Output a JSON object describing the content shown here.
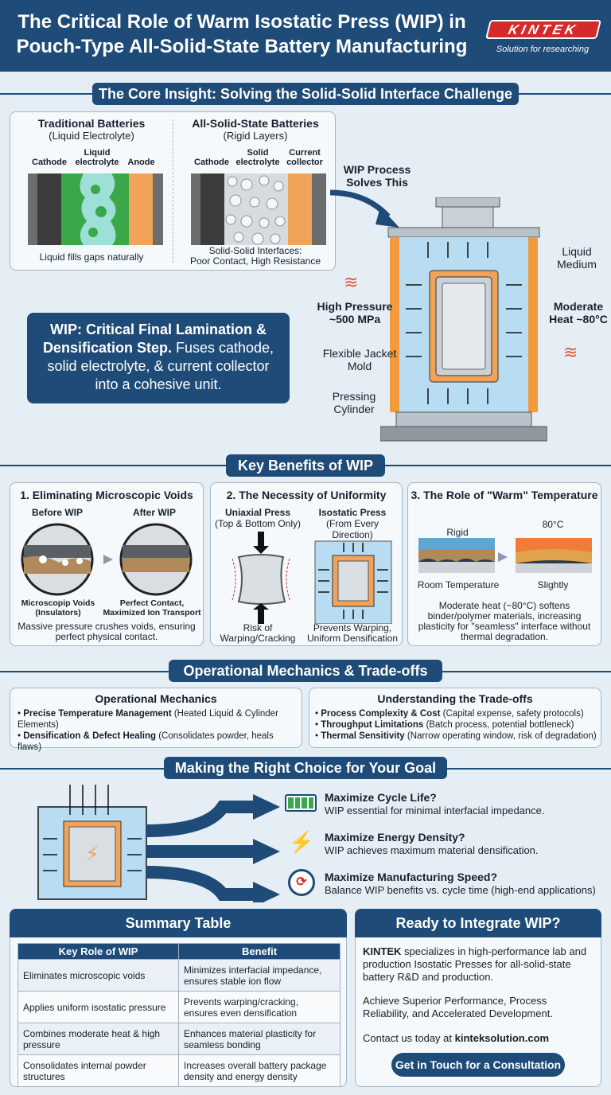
{
  "header": {
    "title": "The Critical Role of Warm Isostatic Press (WIP) in Pouch-Type All-Solid-State Battery Manufacturing",
    "logo": "KINTEK",
    "tagline": "Solution for researching"
  },
  "core": {
    "banner": "The Core Insight: Solving the Solid-Solid Interface Challenge",
    "traditional": {
      "title": "Traditional Batteries",
      "subtitle": "(Liquid Electrolyte)",
      "cathode": "Cathode",
      "electrolyte": "Liquid electrolyte",
      "anode": "Anode",
      "caption": "Liquid fills gaps naturally"
    },
    "solid": {
      "title": "All-Solid-State Batteries",
      "subtitle": "(Rigid Layers)",
      "cathode": "Cathode",
      "electrolyte": "Solid electrolyte",
      "collector": "Current collector",
      "caption1": "Solid-Solid Interfaces:",
      "caption2": "Poor Contact, High Resistance"
    },
    "process_label": "WIP Process Solves This",
    "wip_bold": "WIP: Critical Final Lamination & Densification Step.",
    "wip_text": "Fuses cathode, solid electrolyte, & current collector into a cohesive unit.",
    "press": {
      "liquid": "Liquid Medium",
      "pressure": "High Pressure ~500 MPa",
      "heat": "Moderate Heat ~80°C",
      "mold": "Flexible Jacket Mold",
      "cylinder": "Pressing Cylinder"
    }
  },
  "benefits": {
    "banner": "Key Benefits of WIP",
    "voids": {
      "title": "1. Eliminating Microscopic Voids",
      "before": "Before WIP",
      "after": "After WIP",
      "voids_label": "Microscopip Voids (Insulators)",
      "contact_label": "Perfect Contact, Maximized Ion Transport",
      "caption": "Massive pressure crushes voids, ensuring perfect physical contact."
    },
    "uniform": {
      "title": "2. The Necessity of Uniformity",
      "uniaxial": "Uniaxial Press",
      "uniaxial_sub": "(Top & Bottom Only)",
      "isostatic": "Isostatic Press",
      "isostatic_sub": "(From Every Direction)",
      "risk": "Risk of Warping/Cracking",
      "prevents": "Prevents Warping, Uniform Densification"
    },
    "warm": {
      "title": "3. The Role of \"Warm\" Temperature",
      "rigid": "Rigid",
      "temp": "80°C",
      "room": "Room Temperature",
      "slightly": "Slightly",
      "caption": "Moderate heat (~80°C) softens binder/polymer materials, increasing plasticity for \"seamless\" interface without thermal degradation."
    }
  },
  "ops": {
    "banner": "Operational Mechanics & Trade-offs",
    "mech": {
      "title": "Operational Mechanics",
      "b1": "Precise Temperature Management",
      "t1": " (Heated Liquid & Cylinder Elements)",
      "b2": "Densification & Defect Healing",
      "t2": " (Consolidates powder, heals flaws)"
    },
    "trade": {
      "title": "Understanding the Trade-offs",
      "b1": "Process Complexity & Cost",
      "t1": " (Capital expense, safety protocols)",
      "b2": "Throughput Limitations",
      "t2": " (Batch process, potential bottleneck)",
      "b3": "Thermal Sensitivity",
      "t3": " (Narrow operating window, risk of degradation)"
    }
  },
  "choice": {
    "banner": "Making the Right Choice for Your Goal",
    "items": [
      {
        "title": "Maximize Cycle Life?",
        "desc": "WIP essential for minimal interfacial impedance."
      },
      {
        "title": "Maximize Energy Density?",
        "desc": "WIP achieves maximum material densification."
      },
      {
        "title": "Maximize Manufacturing Speed?",
        "desc": "Balance WIP benefits vs. cycle time (high-end applications)"
      }
    ]
  },
  "summary": {
    "title": "Summary Table",
    "headers": [
      "Key Role of WIP",
      "Benefit"
    ],
    "rows": [
      [
        "Eliminates microscopic voids",
        "Minimizes interfacial impedance, ensures stable ion flow"
      ],
      [
        "Applies uniform isostatic pressure",
        "Prevents warping/cracking, ensures even densification"
      ],
      [
        "Combines moderate heat & high pressure",
        "Enhances material plasticity for seamless bonding"
      ],
      [
        "Consolidates internal powder structures",
        "Increases overall battery package density and energy density"
      ]
    ]
  },
  "cta": {
    "title": "Ready to Integrate WIP?",
    "brand": "KINTEK",
    "p1": " specializes in high-performance lab and production Isostatic Presses for all-solid-state battery R&D and production.",
    "p2": "Achieve Superior Performance, Process Reliability, and Accelerated Development.",
    "p3_prefix": "Contact us today at ",
    "p3_link": "kinteksolution.com",
    "button": "Get in Touch for a Consultation"
  },
  "colors": {
    "navy": "#1e4b77",
    "accent_red": "#d42a2a",
    "orange": "#f2a35a",
    "green": "#3aa84a",
    "liquid": "#bfe0f3"
  }
}
